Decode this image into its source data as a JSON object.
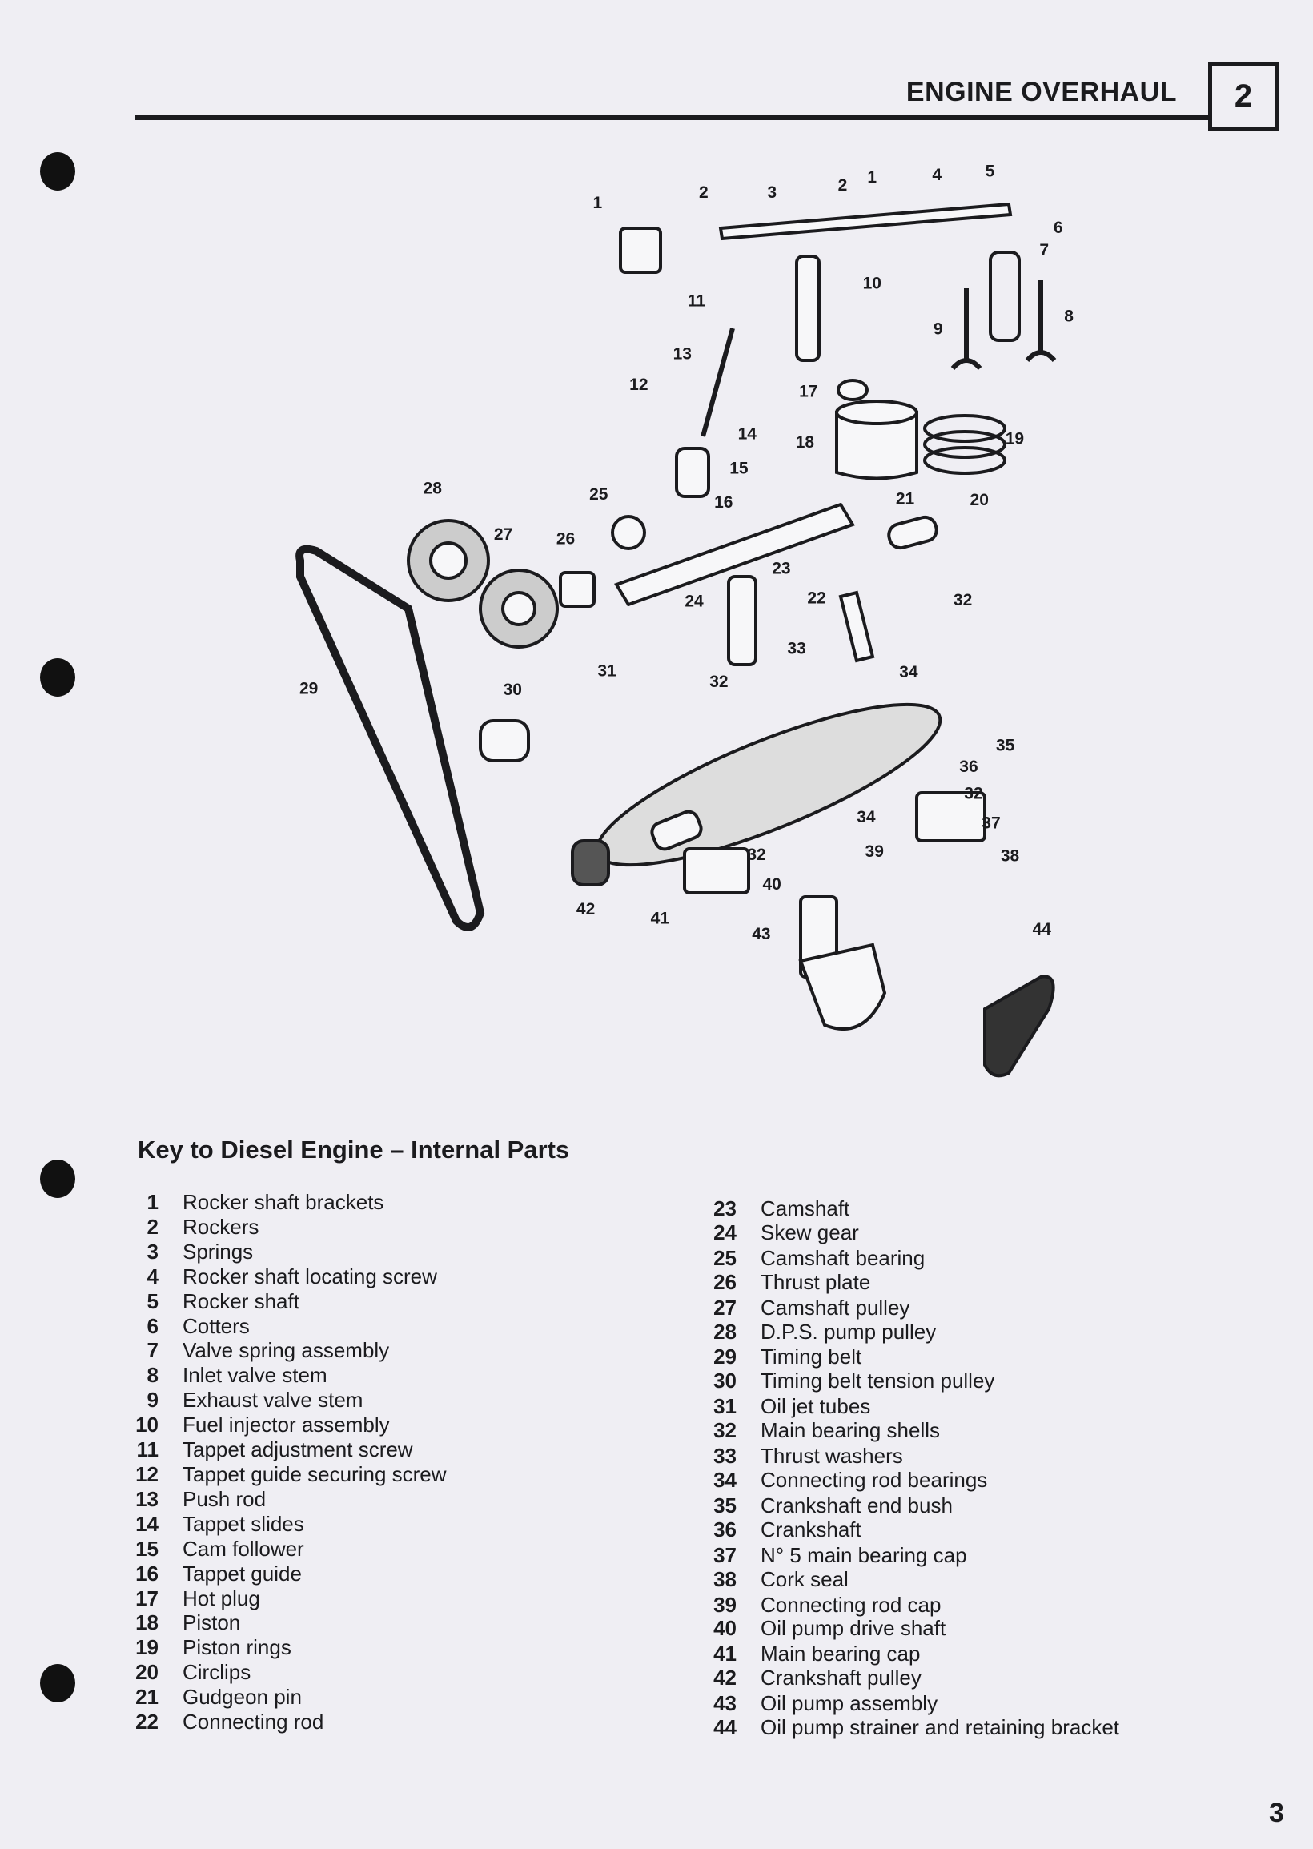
{
  "header": {
    "title": "ENGINE OVERHAUL",
    "chapter": "2"
  },
  "diagram": {
    "callouts": [
      "1",
      "2",
      "3",
      "2",
      "1",
      "4",
      "5",
      "6",
      "7",
      "8",
      "9",
      "10",
      "11",
      "12",
      "13",
      "14",
      "15",
      "16",
      "17",
      "18",
      "19",
      "20",
      "21",
      "22",
      "23",
      "24",
      "25",
      "26",
      "27",
      "28",
      "29",
      "30",
      "31",
      "32",
      "33",
      "34",
      "35",
      "36",
      "32",
      "37",
      "34",
      "38",
      "39",
      "32",
      "40",
      "41",
      "42",
      "43",
      "44",
      "32"
    ]
  },
  "key": {
    "title": "Key to Diesel Engine  –  Internal Parts",
    "left": [
      {
        "n": "1",
        "label": "Rocker shaft brackets"
      },
      {
        "n": "2",
        "label": "Rockers"
      },
      {
        "n": "3",
        "label": "Springs"
      },
      {
        "n": "4",
        "label": "Rocker shaft locating screw"
      },
      {
        "n": "5",
        "label": "Rocker shaft"
      },
      {
        "n": "6",
        "label": "Cotters"
      },
      {
        "n": "7",
        "label": "Valve spring assembly"
      },
      {
        "n": "8",
        "label": "Inlet valve stem"
      },
      {
        "n": "9",
        "label": "Exhaust valve stem"
      },
      {
        "n": "10",
        "label": "Fuel injector assembly"
      },
      {
        "n": "11",
        "label": "Tappet adjustment screw"
      },
      {
        "n": "12",
        "label": "Tappet guide securing screw"
      },
      {
        "n": "13",
        "label": "Push rod"
      },
      {
        "n": "14",
        "label": "Tappet slides"
      },
      {
        "n": "15",
        "label": "Cam follower"
      },
      {
        "n": "16",
        "label": "Tappet guide"
      },
      {
        "n": "17",
        "label": "Hot plug"
      },
      {
        "n": "18",
        "label": "Piston"
      },
      {
        "n": "19",
        "label": "Piston rings"
      },
      {
        "n": "20",
        "label": "Circlips"
      },
      {
        "n": "21",
        "label": "Gudgeon pin"
      },
      {
        "n": "22",
        "label": "Connecting rod"
      }
    ],
    "right": [
      {
        "n": "23",
        "label": "Camshaft"
      },
      {
        "n": "24",
        "label": "Skew gear"
      },
      {
        "n": "25",
        "label": "Camshaft bearing"
      },
      {
        "n": "26",
        "label": "Thrust plate"
      },
      {
        "n": "27",
        "label": "Camshaft pulley"
      },
      {
        "n": "28",
        "label": "D.P.S. pump pulley"
      },
      {
        "n": "29",
        "label": "Timing belt"
      },
      {
        "n": "30",
        "label": "Timing belt tension pulley"
      },
      {
        "n": "31",
        "label": "Oil jet tubes"
      },
      {
        "n": "32",
        "label": "Main bearing shells"
      },
      {
        "n": "33",
        "label": "Thrust washers"
      },
      {
        "n": "34",
        "label": "Connecting rod bearings"
      },
      {
        "n": "35",
        "label": "Crankshaft end bush"
      },
      {
        "n": "36",
        "label": "Crankshaft"
      },
      {
        "n": "37",
        "label": "N° 5 main bearing cap"
      },
      {
        "n": "38",
        "label": "Cork seal"
      },
      {
        "n": "39",
        "label": "Connecting rod cap"
      },
      {
        "n": "40",
        "label": "Oil pump drive shaft"
      },
      {
        "n": "41",
        "label": "Main bearing cap"
      },
      {
        "n": "42",
        "label": "Crankshaft pulley"
      },
      {
        "n": "43",
        "label": "Oil pump assembly"
      },
      {
        "n": "44",
        "label": "Oil pump strainer and retaining bracket"
      }
    ]
  },
  "page_number": "3"
}
